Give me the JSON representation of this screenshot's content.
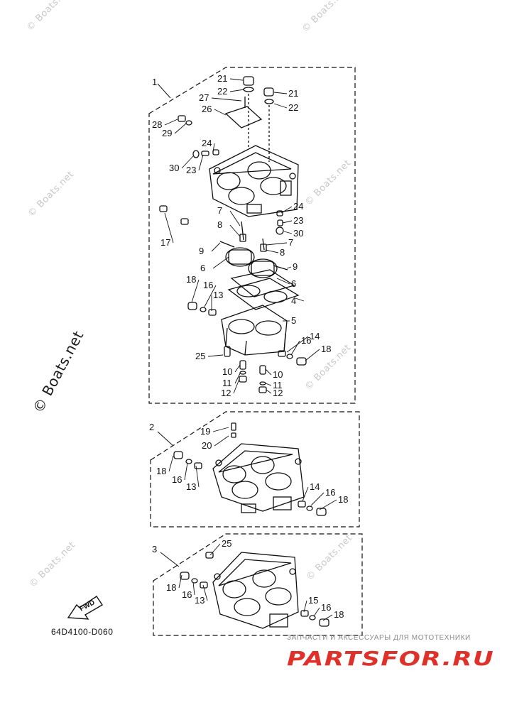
{
  "watermarks": {
    "brand_text": "© Boats.net",
    "side_text": "© Boats.net"
  },
  "diagram": {
    "drawing_code": "64D4100-D060",
    "fwd_label": "FWD",
    "group_labels": [
      "1",
      "2",
      "3"
    ],
    "callouts": [
      "21",
      "22",
      "21",
      "22",
      "27",
      "26",
      "28",
      "29",
      "24",
      "30",
      "23",
      "17",
      "7",
      "8",
      "9",
      "6",
      "24",
      "23",
      "30",
      "7",
      "8",
      "9",
      "6",
      "18",
      "16",
      "13",
      "4",
      "5",
      "14",
      "16",
      "18",
      "25",
      "10",
      "11",
      "12",
      "10",
      "11",
      "12",
      "19",
      "20",
      "18",
      "16",
      "13",
      "14",
      "16",
      "18",
      "25",
      "18",
      "16",
      "13",
      "15",
      "16",
      "18"
    ]
  },
  "shop": {
    "caption": "ЗАПЧАСТИ И АКСЕССУАРЫ ДЛЯ МОТОТЕХНИКИ",
    "logo_text": "PARTSFOR.RU",
    "logo_color": "#e0302a"
  }
}
